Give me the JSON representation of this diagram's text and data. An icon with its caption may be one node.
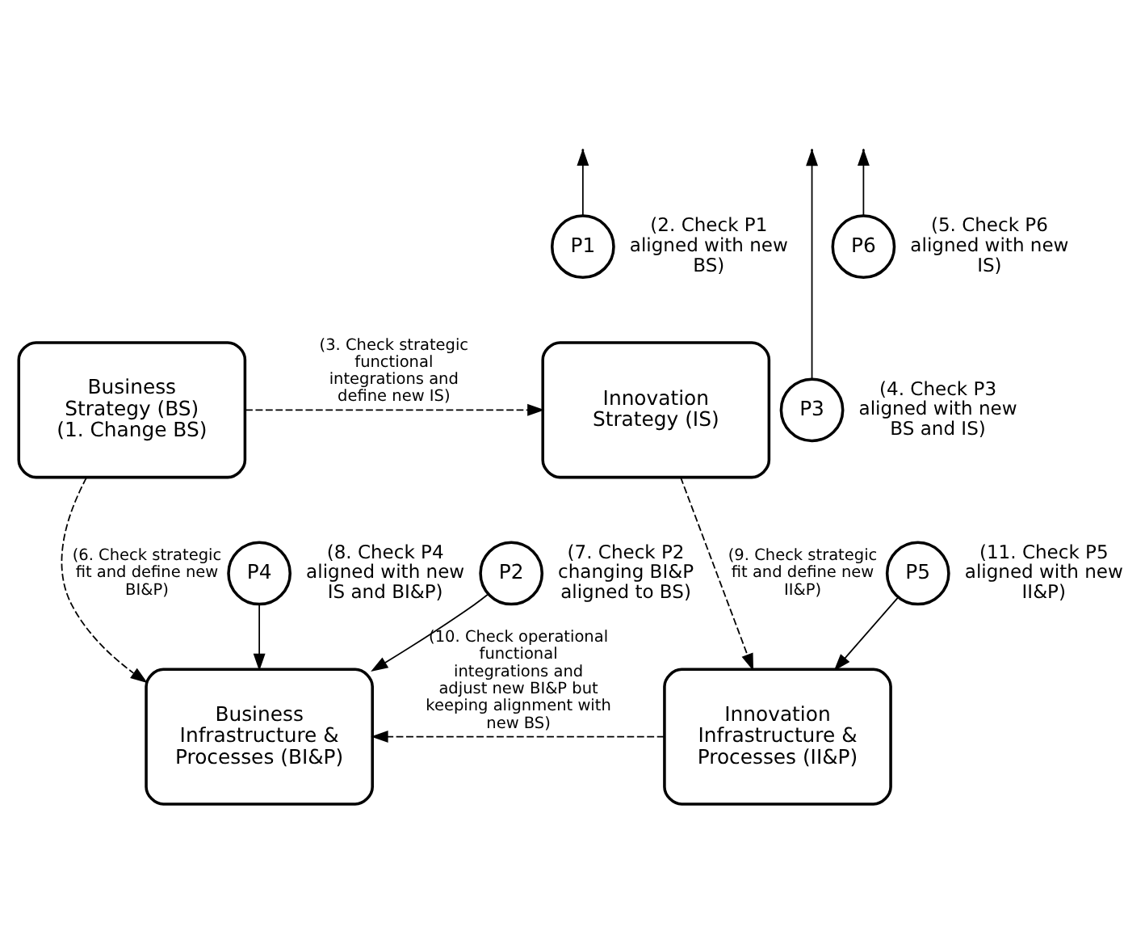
{
  "diagram": {
    "nodes": [
      {
        "text": [
          "Business Strategy (BS)",
          "(1. Change BS)"
        ]
      },
      {
        "text": [
          "Innovation Strategy (IS)"
        ]
      },
      {
        "text": [
          "Business Infrastructure & Processes (BI&P)"
        ]
      },
      {
        "text": [
          "Innovation Infrastructure & Processes (II&P)"
        ]
      },
      {
        "text": [
          "P1"
        ],
        "beside": [
          "(2. Check P1 aligned with new BS)"
        ]
      },
      {
        "text": [
          "P3"
        ],
        "beside": [
          "(4. Check P3 aligned with new BS and IS)"
        ]
      },
      {
        "text": [
          "P6"
        ],
        "beside": [
          "(5. Check P6 aligned with new IS)"
        ]
      },
      {
        "text": [
          "P4"
        ],
        "beside": [
          "(8. Check P4 aligned with new IS and BI&P)"
        ]
      },
      {
        "text": [
          "P2"
        ],
        "beside": [
          "(7. Check P2 changing BI&P aligned to BS)"
        ]
      },
      {
        "text": [
          "P5"
        ],
        "beside": [
          "(11. Check P5 aligned with new II&P)"
        ]
      }
    ],
    "edges": [
      {
        "from": 4,
        "to": null,
        "arrow": "to"
      },
      {
        "from": 5,
        "to": null,
        "arrow": "to"
      },
      {
        "from": 6,
        "to": null,
        "arrow": "to"
      },
      {
        "from": 0,
        "to": 1,
        "arrow": "to",
        "style": "dashed",
        "label": "(3. Check strategic functional integrations and define new IS)"
      },
      {
        "from": 0,
        "to": 2,
        "arrow": "to",
        "style": "dashed",
        "label": "(6. Check strategic fit and define new BI&P)"
      },
      {
        "from": 7,
        "to": 2,
        "arrow": "to"
      },
      {
        "from": 1,
        "to": 3,
        "arrow": "to",
        "style": "dashed",
        "label": "(9. Check strategic fit and define new II&P)"
      },
      {
        "from": 8,
        "to": 2,
        "arrow": "to"
      },
      {
        "from": 9,
        "to": 3,
        "arrow": "to"
      },
      {
        "from": 3,
        "to": 2,
        "arrow": "to",
        "style": "dashed",
        "label": "(10. Check operational functional integrations and adjust new BI&P but keeping alignment with new BS)"
      }
    ]
  }
}
